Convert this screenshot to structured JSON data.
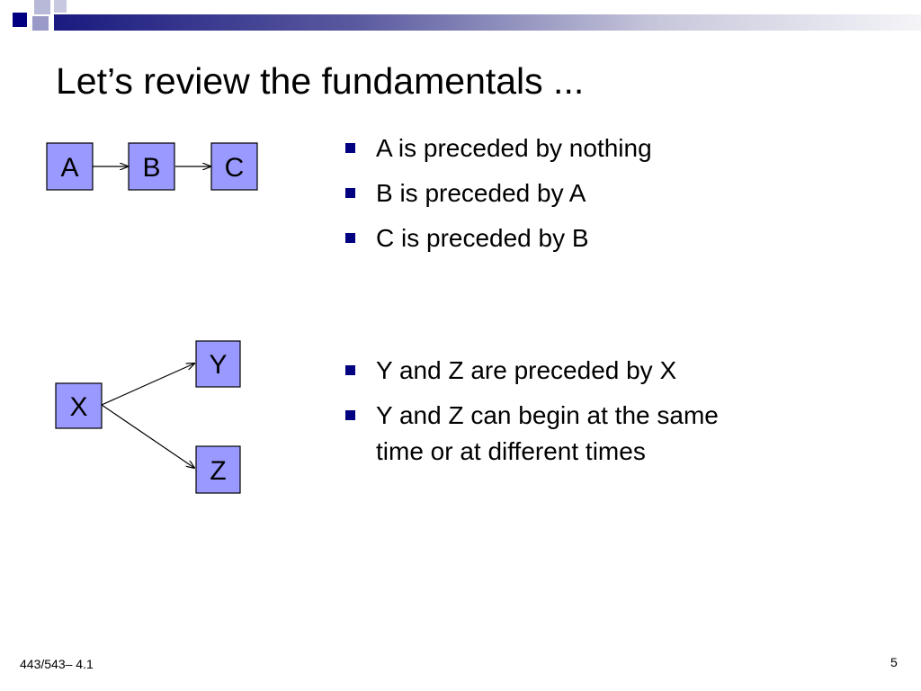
{
  "slide": {
    "title": "Let’s review the fundamentals ...",
    "footer_left": "443/543– 4.1",
    "page_number": "5"
  },
  "theme": {
    "accent": "#000080",
    "node_fill": "#9999ff"
  },
  "diagram1": {
    "nodes": [
      {
        "id": "A",
        "label": "A"
      },
      {
        "id": "B",
        "label": "B"
      },
      {
        "id": "C",
        "label": "C"
      }
    ],
    "edges": [
      {
        "from": "A",
        "to": "B"
      },
      {
        "from": "B",
        "to": "C"
      }
    ]
  },
  "diagram2": {
    "nodes": [
      {
        "id": "X",
        "label": "X"
      },
      {
        "id": "Y",
        "label": "Y"
      },
      {
        "id": "Z",
        "label": "Z"
      }
    ],
    "edges": [
      {
        "from": "X",
        "to": "Y"
      },
      {
        "from": "X",
        "to": "Z"
      }
    ]
  },
  "bullets1": [
    "A is preceded by nothing",
    "B is preceded by A",
    "C is preceded by B"
  ],
  "bullets2": [
    "Y and Z are preceded by X",
    "Y and Z can begin at the same time or at different times"
  ]
}
